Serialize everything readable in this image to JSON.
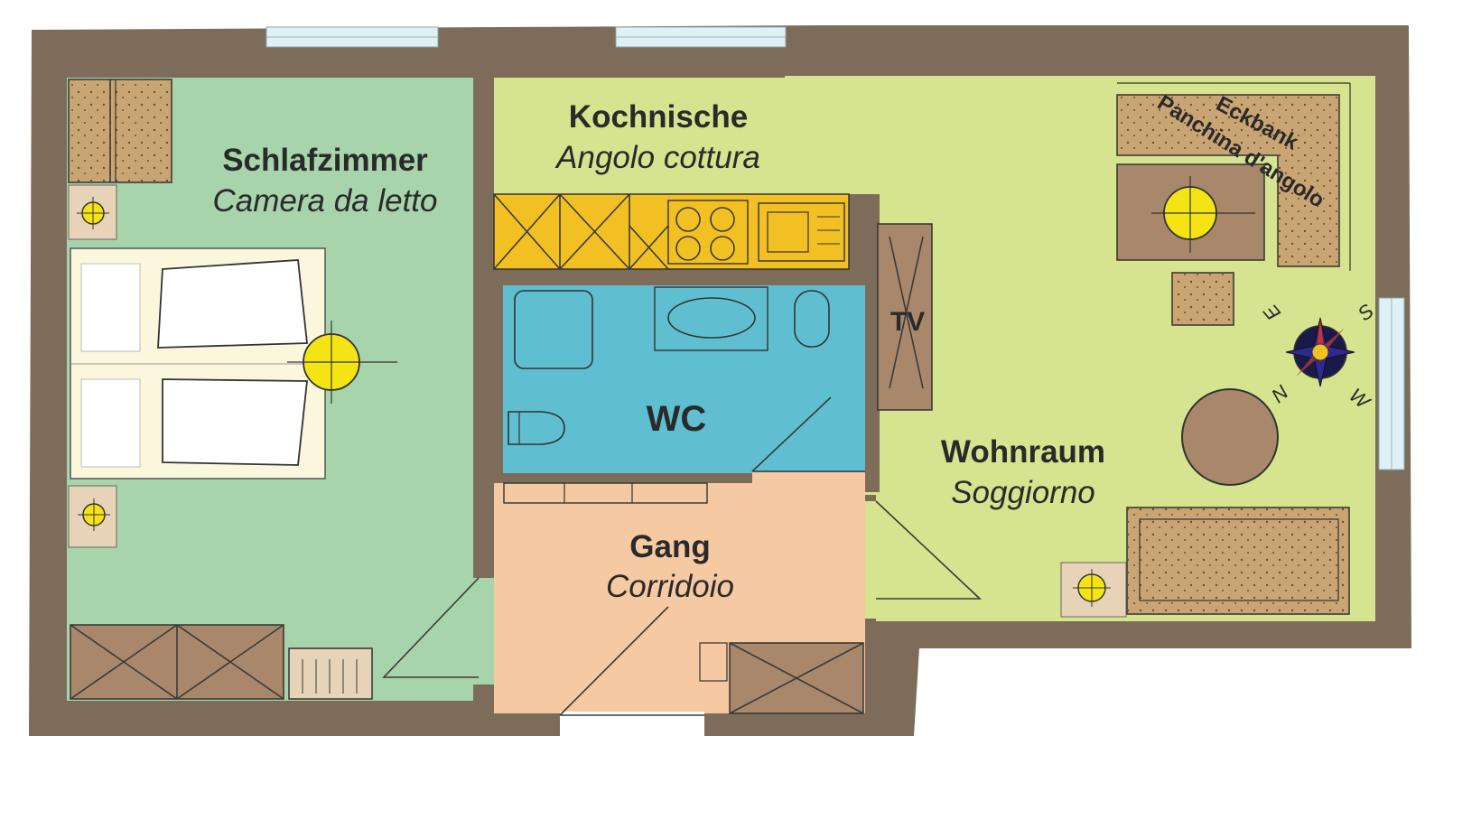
{
  "colors": {
    "wall": "#7d6c5a",
    "bedroom": "#a7d4ab",
    "kitchen_living": "#d6e38f",
    "bath": "#5fbfd0",
    "corridor": "#f5c9a1",
    "kitchen_counter": "#f2c023",
    "furniture": "#a8876a",
    "furniture_light": "#caa574",
    "lamp": "#f4e413",
    "bed": "#fbf7dd",
    "window": "#dff1f6"
  },
  "rooms": {
    "bedroom": {
      "name_de": "Schlafzimmer",
      "name_it": "Camera da letto"
    },
    "kitchen": {
      "name_de": "Kochnische",
      "name_it": "Angolo cottura"
    },
    "bath": {
      "name": "WC"
    },
    "corridor": {
      "name_de": "Gang",
      "name_it": "Corridoio"
    },
    "living": {
      "name_de": "Wohnraum",
      "name_it": "Soggiorno"
    },
    "bench": {
      "name_de": "Eckbank",
      "name_it": "Panchina d'angolo"
    }
  },
  "tv_label": "TV",
  "compass": {
    "n": "N",
    "e": "E",
    "s": "S",
    "w": "W"
  }
}
